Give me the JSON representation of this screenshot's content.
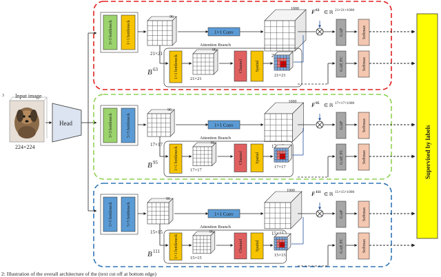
{
  "input": {
    "label": "Input image",
    "size": "224×224",
    "channels": "3"
  },
  "head_label": "Head",
  "supervised_label": "Supervised by labels",
  "branches": [
    {
      "name": "B",
      "sup": "63",
      "bottleneck_a": "3×3 bottleneck",
      "bottleneck_b": "1×1 bottleneck",
      "grid_size": "21×21",
      "depth": "96",
      "depth_big": "1000",
      "feature": "F",
      "feature_sup": "63",
      "feature_dim": "∈ ℝ",
      "feature_dim_sup": "21×21×1000",
      "colors": {
        "a": "#9bd36d",
        "b": "#f6c400",
        "border": "#e02020"
      }
    },
    {
      "name": "B",
      "sup": "95",
      "bottleneck_a": "3×3 bottleneck",
      "bottleneck_b": "5×5 bottleneck",
      "grid_size": "17×17",
      "depth": "96",
      "depth_big": "1000",
      "feature": "F",
      "feature_sup": "95",
      "feature_dim": "∈ ℝ",
      "feature_dim_sup": "17×17×1000",
      "colors": {
        "a": "#9bd36d",
        "b": "#5b9bd5",
        "border": "#8fd14f"
      }
    },
    {
      "name": "B",
      "sup": "111",
      "bottleneck_a": "5×5 bottleneck",
      "bottleneck_b": "5×5 bottleneck",
      "grid_size": "15×15",
      "depth": "96",
      "depth_big": "1000",
      "feature": "F",
      "feature_sup": "111",
      "feature_dim": "∈ ℝ",
      "feature_dim_sup": "15×15×1000",
      "colors": {
        "a": "#5b9bd5",
        "b": "#5b9bd5",
        "border": "#2e75b6"
      }
    }
  ],
  "conv_label": "1×1 Conv",
  "attention_label": "Attention Branch",
  "att_bottleneck_label": "1×1 bottleneck",
  "channel_label": "Channel",
  "spatial_label": "Spatial",
  "gap_label": "GAP",
  "gapfc_label": "GAP, FC",
  "softmax_label": "Softmax",
  "caption": "2: Illustration of the overall architecture of the (text cut off at bottom edge)"
}
